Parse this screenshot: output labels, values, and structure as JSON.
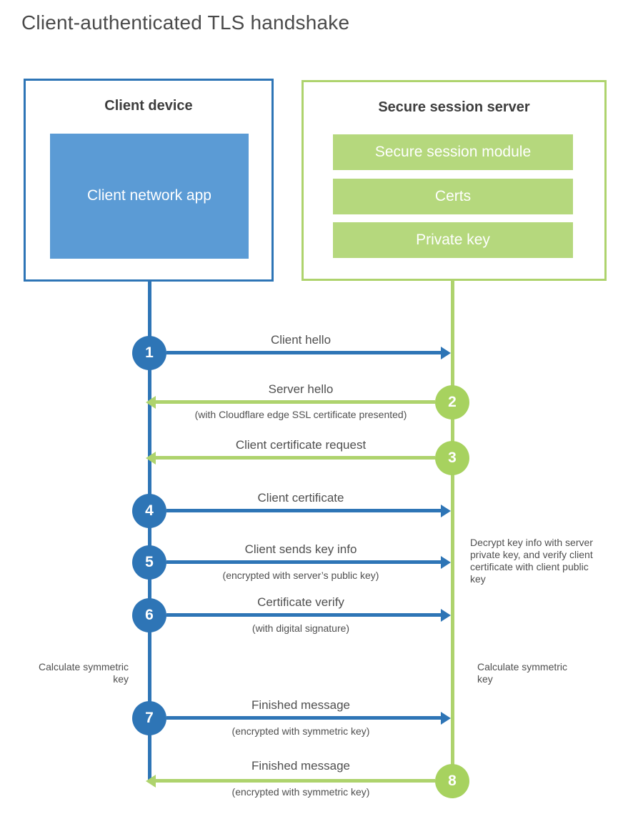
{
  "title": "Client-authenticated TLS handshake",
  "colors": {
    "blue_accent": "#2e75b6",
    "blue_fill": "#5b9bd5",
    "green_accent": "#aed36d",
    "green_fill": "#b5d87d",
    "heading_text": "#3d3d3d",
    "body_text": "#4f4f4f"
  },
  "client": {
    "title": "Client device",
    "app_label": "Client network app"
  },
  "server": {
    "title": "Secure session server",
    "modules": [
      "Secure session module",
      "Certs",
      "Private key"
    ]
  },
  "steps": [
    {
      "number": "1",
      "from": "client",
      "label": "Client hello",
      "sublabel": ""
    },
    {
      "number": "2",
      "from": "server",
      "label": "Server hello",
      "sublabel": "(with Cloudflare edge SSL certificate presented)"
    },
    {
      "number": "3",
      "from": "server",
      "label": "Client certificate request",
      "sublabel": ""
    },
    {
      "number": "4",
      "from": "client",
      "label": "Client certificate",
      "sublabel": ""
    },
    {
      "number": "5",
      "from": "client",
      "label": "Client sends key info",
      "sublabel": "(encrypted with server’s public key)"
    },
    {
      "number": "6",
      "from": "client",
      "label": "Certificate verify",
      "sublabel": "(with digital signature)"
    },
    {
      "number": "7",
      "from": "client",
      "label": "Finished message",
      "sublabel": "(encrypted with symmetric key)"
    },
    {
      "number": "8",
      "from": "server",
      "label": "Finished message",
      "sublabel": "(encrypted with symmetric key)"
    }
  ],
  "annotations": {
    "decrypt_note": "Decrypt key info with server private key, and verify client certificate with client public key",
    "calc_left": "Calculate symmetric key",
    "calc_right": "Calculate symmetric key"
  }
}
